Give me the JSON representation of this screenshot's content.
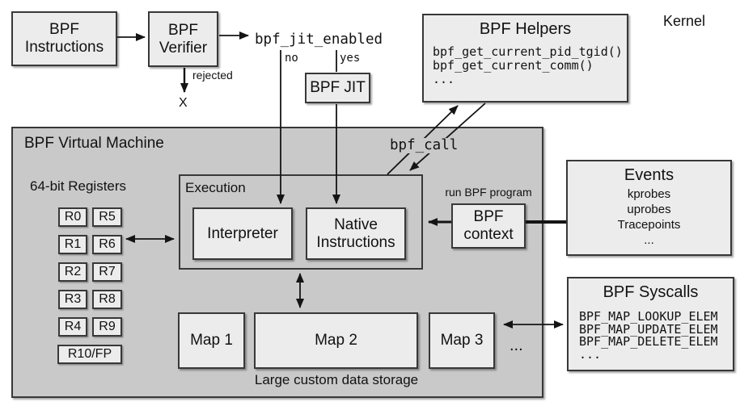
{
  "labels": {
    "kernel": "Kernel",
    "jit_enabled": "bpf_jit_enabled",
    "no": "no",
    "yes": "yes",
    "rejected": "rejected",
    "rejected_x": "X",
    "bpf_call": "bpf_call",
    "run_bpf_program": "run BPF program",
    "maps_ellipsis": "..."
  },
  "boxes": {
    "instructions": "BPF\nInstructions",
    "verifier": "BPF\nVerifier",
    "jit": "BPF JIT",
    "interpreter": "Interpreter",
    "native": "Native\nInstructions",
    "context": "BPF\ncontext",
    "map1": "Map 1",
    "map2": "Map 2",
    "map3": "Map 3"
  },
  "helpers": {
    "title": "BPF Helpers",
    "lines": [
      "bpf_get_current_pid_tgid()",
      "bpf_get_current_comm()",
      "..."
    ]
  },
  "events": {
    "title": "Events",
    "lines": [
      "kprobes",
      "uprobes",
      "Tracepoints",
      "..."
    ]
  },
  "syscalls": {
    "title": "BPF Syscalls",
    "lines": [
      "BPF_MAP_LOOKUP_ELEM",
      "BPF_MAP_UPDATE_ELEM",
      "BPF_MAP_DELETE_ELEM",
      "..."
    ]
  },
  "vm": {
    "title": "BPF Virtual Machine",
    "registers_label": "64-bit Registers",
    "execution_label": "Execution",
    "storage_label": "Large custom data storage",
    "registers": [
      "R0",
      "R5",
      "R1",
      "R6",
      "R2",
      "R7",
      "R3",
      "R8",
      "R4",
      "R9",
      "R10/FP"
    ]
  },
  "colors": {
    "box_fill": "#ececec",
    "vm_fill": "#c9c9c9",
    "border": "#383838",
    "line": "#141414"
  }
}
